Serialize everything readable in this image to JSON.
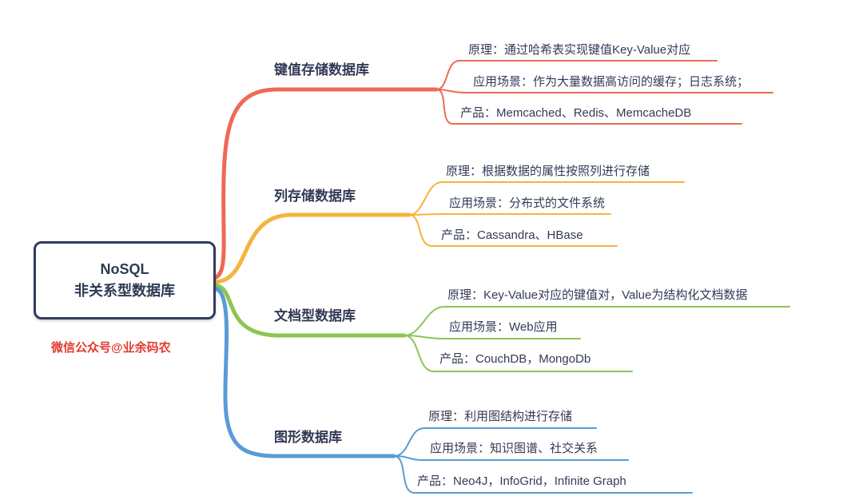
{
  "node": {
    "line1": "NoSQL",
    "line2": "非关系型数据库",
    "border_color": "#333c5e"
  },
  "watermark": "微信公众号@业余码农",
  "watermark_color": "#e23b2e",
  "text_color": "#333a56",
  "branches": [
    {
      "label": "键值存储数据库",
      "color": "#ee6a56",
      "items": [
        "原理：通过哈希表实现键值Key-Value对应",
        "应用场景：作为大量数据高访问的缓存；日志系统；",
        "产品：Memcached、Redis、MemcacheDB"
      ]
    },
    {
      "label": "列存储数据库",
      "color": "#f6b33e",
      "items": [
        "原理：根据数据的属性按照列进行存储",
        "应用场景：分布式的文件系统",
        "产品：Cassandra、HBase"
      ]
    },
    {
      "label": "文档型数据库",
      "color": "#8bc653",
      "items": [
        "原理：Key-Value对应的键值对，Value为结构化文档数据",
        "应用场景：Web应用",
        "产品：CouchDB，MongoDb"
      ]
    },
    {
      "label": "图形数据库",
      "color": "#5a9bd5",
      "items": [
        "原理：利用图结构进行存储",
        "应用场景：知识图谱、社交关系",
        "产品：Neo4J，InfoGrid，Infinite Graph"
      ]
    }
  ]
}
